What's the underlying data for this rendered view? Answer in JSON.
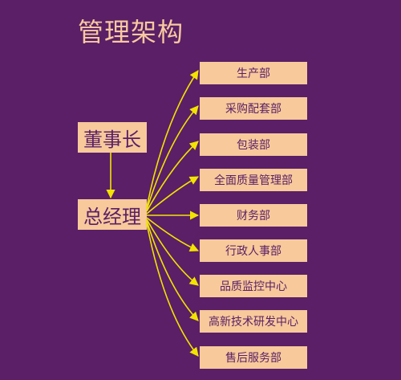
{
  "title": "管理架构",
  "chairman": "董事长",
  "general_manager": "总经理",
  "departments": [
    "生产部",
    "采购配套部",
    "包装部",
    "全面质量管理部",
    "财务部",
    "行政人事部",
    "品质监控中心",
    "高新技术研发中心",
    "售后服务部"
  ],
  "colors": {
    "background": "#5a1f66",
    "box": "#f7c99b",
    "arrow": "#f2e300",
    "title": "#f8c9a0"
  }
}
